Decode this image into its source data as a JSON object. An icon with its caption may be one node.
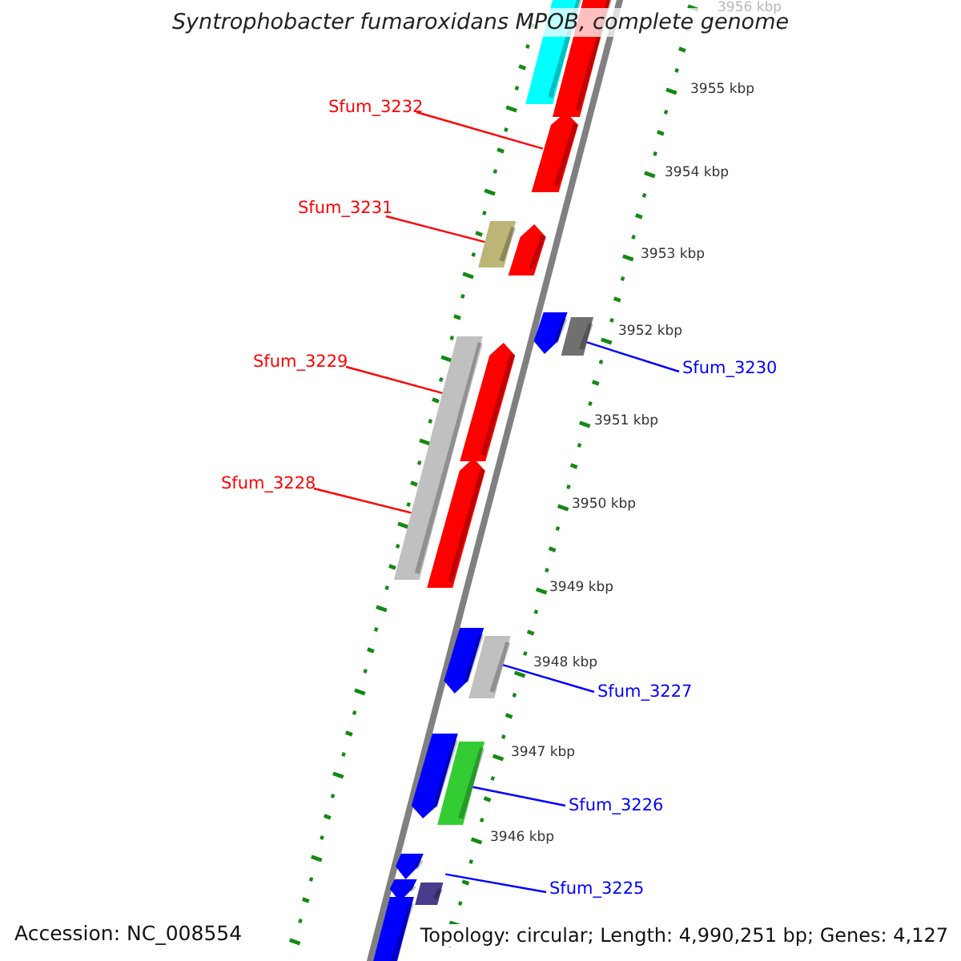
{
  "diagram": {
    "title": "Syntrophobacter fumaroxidans MPOB, complete genome",
    "nodes": [
      {
        "text": [
          "Sfum_3232"
        ]
      },
      {
        "text": [
          "Sfum_3231"
        ]
      },
      {
        "text": [
          "Sfum_3229"
        ]
      },
      {
        "text": [
          "Sfum_3228"
        ]
      },
      {
        "text": [
          "Sfum_3230"
        ]
      },
      {
        "text": [
          "Sfum_3227"
        ]
      },
      {
        "text": [
          "Sfum_3226"
        ]
      },
      {
        "text": [
          "Sfum_3225"
        ]
      },
      {
        "text": [],
        "shape": "bar"
      },
      {
        "text": [],
        "shape": "bar"
      },
      {
        "text": [],
        "shape": "bar"
      },
      {
        "text": [],
        "shape": "bar"
      },
      {
        "text": [],
        "shape": "bar"
      },
      {
        "text": [],
        "shape": "bar"
      },
      {
        "text": [],
        "shape": "bar"
      }
    ],
    "edges": [
      {
        "from": 0,
        "to": 8,
        "arrow": "none",
        "color": "#ff0000"
      },
      {
        "from": 1,
        "to": 9,
        "arrow": "none",
        "color": "#ff0000"
      },
      {
        "from": 2,
        "to": 10,
        "arrow": "none",
        "color": "#ff0000"
      },
      {
        "from": 3,
        "to": 10,
        "arrow": "none",
        "color": "#ff0000"
      },
      {
        "from": 4,
        "to": 11,
        "arrow": "none",
        "color": "#0000ff"
      },
      {
        "from": 5,
        "to": 12,
        "arrow": "none",
        "color": "#0000ff"
      },
      {
        "from": 6,
        "to": 13,
        "arrow": "none",
        "color": "#0000ff"
      },
      {
        "from": 7,
        "to": 14,
        "arrow": "none",
        "color": "#0000ff"
      }
    ],
    "labels": [
      "3956 kbp",
      "3955 kbp",
      "3954 kbp",
      "3953 kbp",
      "3952 kbp",
      "3951 kbp",
      "3950 kbp",
      "3949 kbp",
      "3948 kbp",
      "3947 kbp",
      "3946 kbp",
      "Accession: NC_008554",
      "Topology: circular; Length: 4,990,251 bp; Genes: 4,127"
    ]
  }
}
